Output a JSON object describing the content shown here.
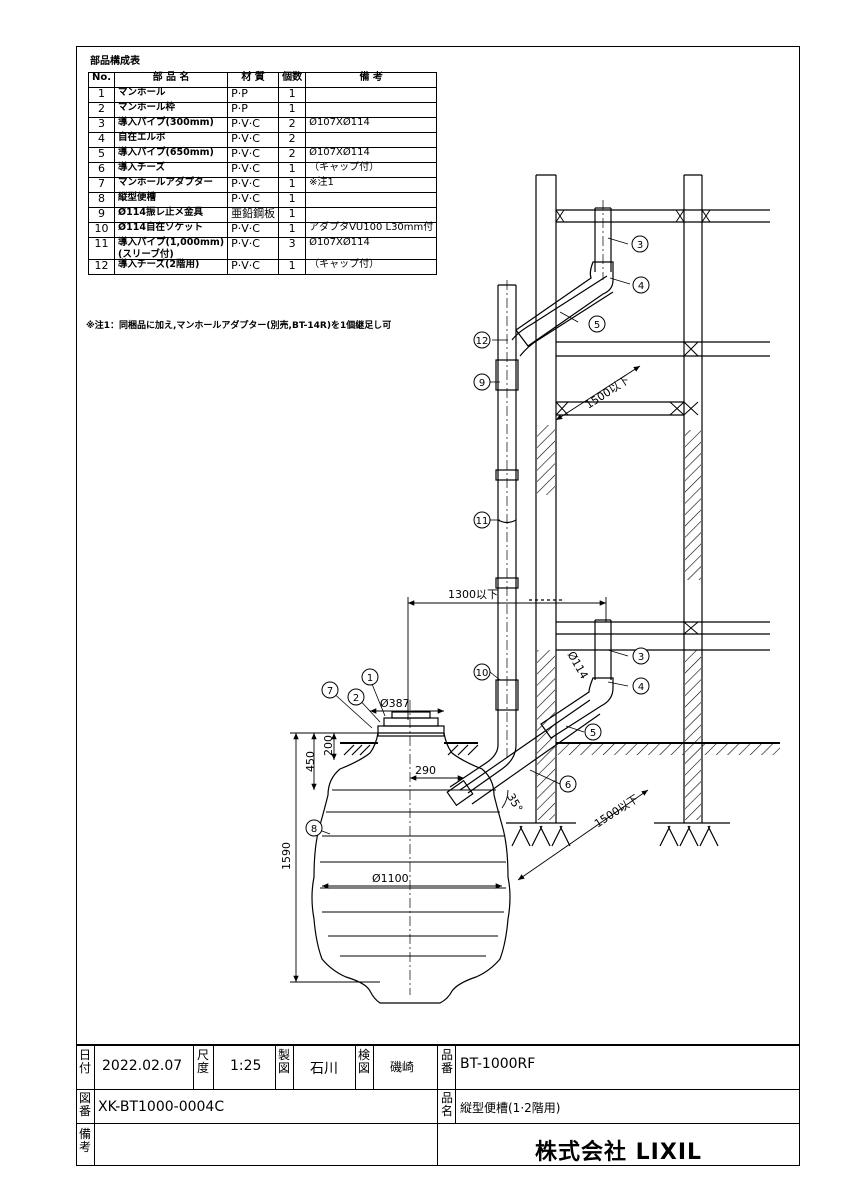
{
  "parts_table": {
    "title": "部品構成表",
    "headers": [
      "No.",
      "部 品 名",
      "材 質",
      "個数",
      "備 考"
    ],
    "rows": [
      {
        "no": "1",
        "name": "マンホール",
        "material": "P·P",
        "qty": "1",
        "note": ""
      },
      {
        "no": "2",
        "name": "マンホール枠",
        "material": "P·P",
        "qty": "1",
        "note": ""
      },
      {
        "no": "3",
        "name": "導入パイプ(300mm)",
        "material": "P·V·C",
        "qty": "2",
        "note": "Ø107XØ114"
      },
      {
        "no": "4",
        "name": "自在エルボ",
        "material": "P·V·C",
        "qty": "2",
        "note": ""
      },
      {
        "no": "5",
        "name": "導入パイプ(650mm)",
        "material": "P·V·C",
        "qty": "2",
        "note": "Ø107XØ114"
      },
      {
        "no": "6",
        "name": "導入チーズ",
        "material": "P·V·C",
        "qty": "1",
        "note": "（キャップ付）"
      },
      {
        "no": "7",
        "name": "マンホールアダプター",
        "material": "P·V·C",
        "qty": "1",
        "note": "※注1"
      },
      {
        "no": "8",
        "name": "縦型便槽",
        "material": "P·V·C",
        "qty": "1",
        "note": ""
      },
      {
        "no": "9",
        "name": "Ø114振レ止メ金具",
        "material": "亜鉛鋼板",
        "qty": "1",
        "note": ""
      },
      {
        "no": "10",
        "name": "Ø114自在ソケット",
        "material": "P·V·C",
        "qty": "1",
        "note": "アダプタVU100 L30mm付"
      },
      {
        "no": "11",
        "name": "導入パイプ(1,000mm)",
        "name2": "(スリーブ付)",
        "material": "P·V·C",
        "qty": "3",
        "note": "Ø107XØ114"
      },
      {
        "no": "12",
        "name": "導入チーズ(2階用)",
        "material": "P·V·C",
        "qty": "1",
        "note": "（キャップ付）"
      }
    ],
    "footnote": "※注1：同梱品に加え,マンホールアダプター(別売,BT-14R)を1個継足し可"
  },
  "drawing": {
    "dim_1300": "1300以下",
    "dim_1500_upper": "1500以下",
    "dim_1500_lower": "1500以下",
    "dim_387": "Ø387",
    "dim_114": "Ø114",
    "dim_200": "200",
    "dim_450": "450",
    "dim_290": "290",
    "dim_1590": "1590",
    "dim_1100": "Ø1100",
    "angle_35": "35°",
    "balloons": [
      "1",
      "2",
      "3",
      "4",
      "5",
      "6",
      "7",
      "8",
      "9",
      "10",
      "11",
      "12"
    ]
  },
  "title_block": {
    "date_label": "日付",
    "date": "2022.02.07",
    "scale_label": "尺度",
    "scale": "1:25",
    "drawn_label": "製図",
    "drawn": "石川",
    "checked_label": "検図",
    "checked": "磯崎",
    "product_no_label": "品番",
    "product_no": "BT-1000RF",
    "drawing_no_label": "図番",
    "drawing_no": "XK-BT1000-0004C",
    "product_name_label": "品名",
    "product_name": "縦型便槽(1·2階用)",
    "remarks_label": "備考",
    "company": "株式会社 LIXIL"
  }
}
